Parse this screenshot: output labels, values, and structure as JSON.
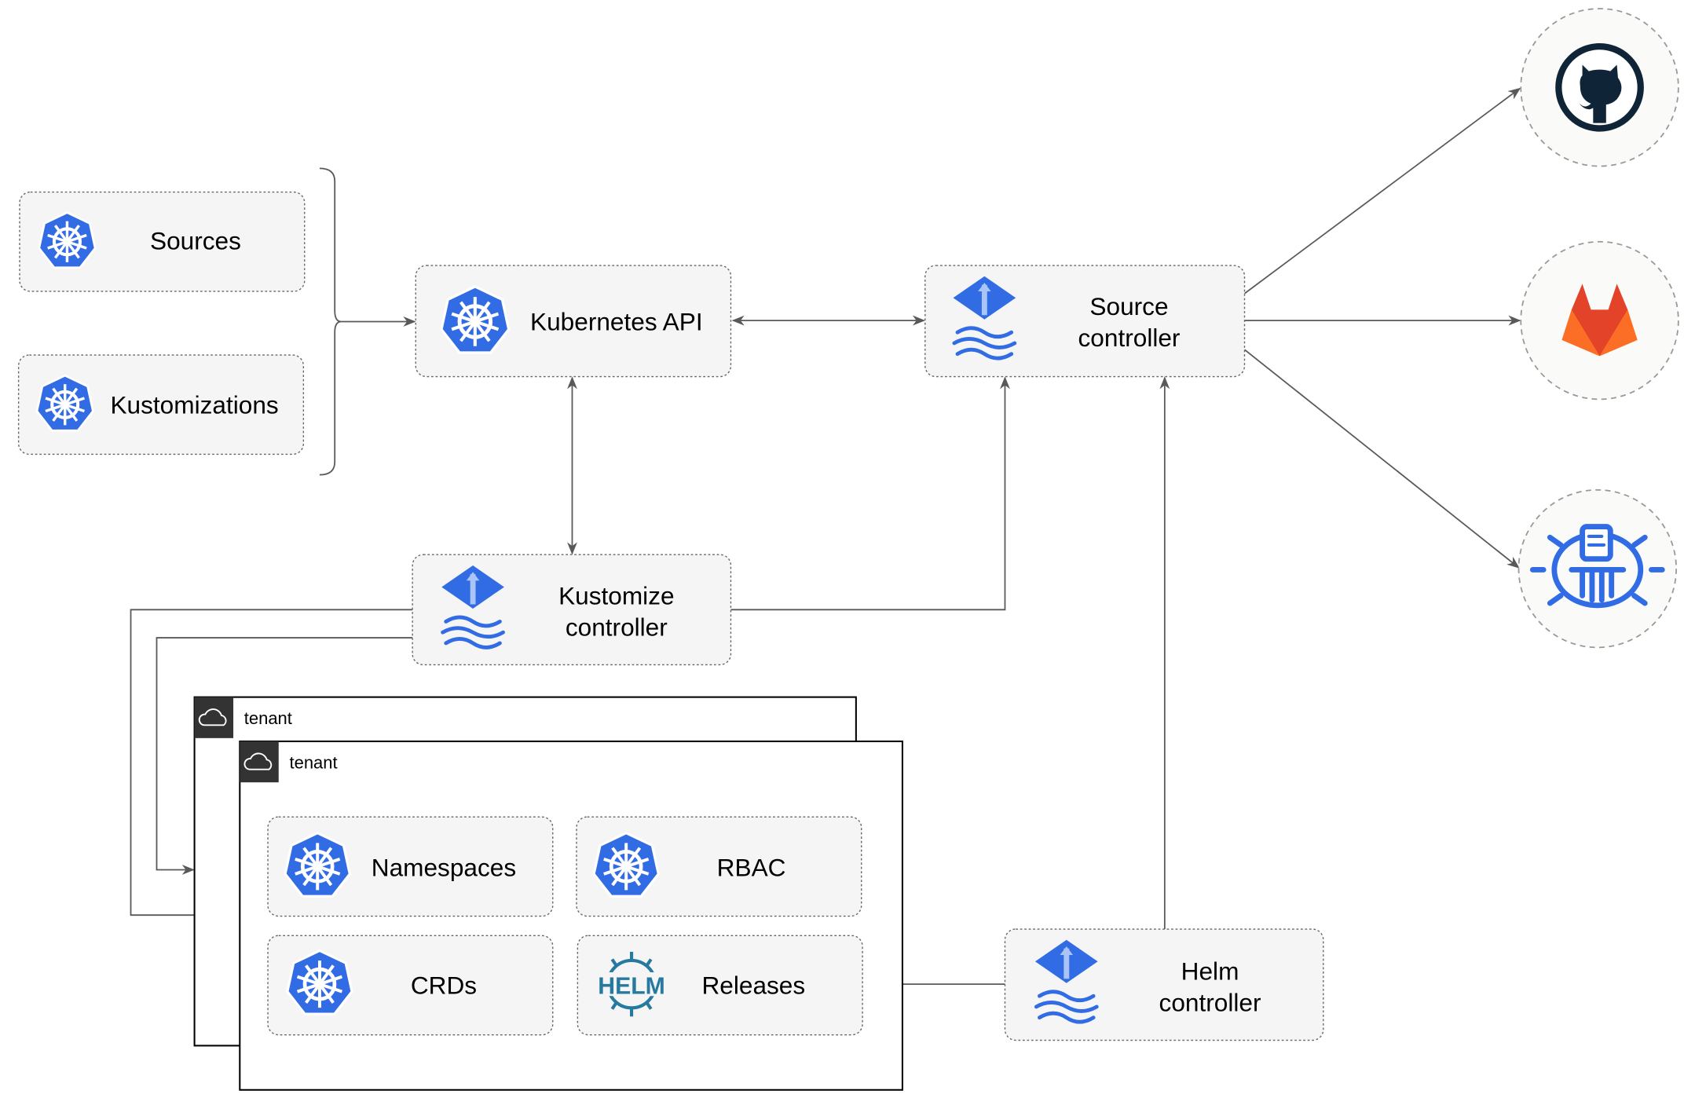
{
  "nodes": {
    "sources": "Sources",
    "kustomizations": "Kustomizations",
    "kubernetes_api": "Kubernetes API",
    "source_controller": [
      "Source",
      "controller"
    ],
    "kustomize_controller": [
      "Kustomize",
      "controller"
    ],
    "helm_controller": [
      "Helm",
      "controller"
    ],
    "namespaces": "Namespaces",
    "rbac": "RBAC",
    "crds": "CRDs",
    "releases": "Releases"
  },
  "tenants": [
    "tenant",
    "tenant"
  ],
  "icons": {
    "kubernetes": "kubernetes-icon",
    "flux": "flux-icon",
    "helm": "helm-icon",
    "github": "github-icon",
    "gitlab": "gitlab-icon",
    "bucket": "bucket-icon",
    "cloud": "cloud-icon"
  },
  "logo_text": {
    "helm": "HELM"
  },
  "colors": {
    "kubernetes_blue": "#326ce5",
    "gitlab_orange": "#e24329",
    "github_dark": "#0f2537",
    "edge": "#595959"
  }
}
